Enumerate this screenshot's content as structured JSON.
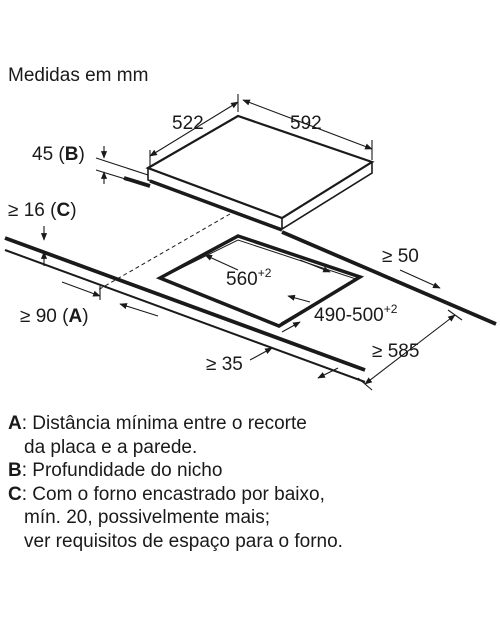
{
  "diagram": {
    "caption": "Medidas em mm",
    "dims": {
      "width_left": "522",
      "width_right": "592",
      "depth_b_prefix": "45 (",
      "depth_b_key": "B",
      "depth_b_suffix": ")",
      "c_prefix": "≥ 16 (",
      "c_key": "C",
      "c_suffix": ")",
      "cutout_w": "560",
      "cutout_w_tol": "+2",
      "cutout_d": "490-500",
      "cutout_d_tol": "+2",
      "back_min": "≥ 50",
      "a_prefix": "≥ 90 (",
      "a_key": "A",
      "a_suffix": ")",
      "front_min": "≥ 35",
      "right_min": "≥ 585"
    }
  },
  "legend": [
    {
      "key": "A",
      "lines": [
        ": Distância mínima entre o recorte",
        "da placa e a parede."
      ]
    },
    {
      "key": "B",
      "lines": [
        ": Profundidade do nicho"
      ]
    },
    {
      "key": "C",
      "lines": [
        ": Com o forno encastrado por baixo,",
        "mín. 20, possivelmente mais;",
        "ver requisitos de espaço para o forno."
      ]
    }
  ]
}
